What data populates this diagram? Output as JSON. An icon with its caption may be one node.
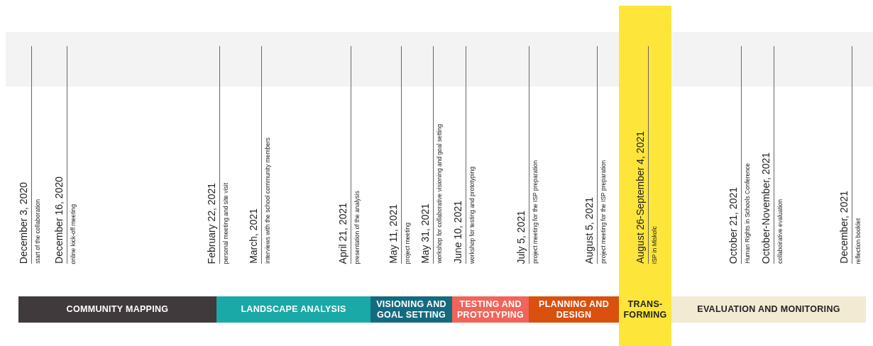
{
  "diagram": {
    "nodes": [
      {
        "text": [
          "December 3, 2020",
          "start of the collaboration"
        ]
      },
      {
        "text": [
          "December 16, 2020",
          "online kick-off meeting"
        ]
      },
      {
        "text": [
          "February 22, 2021",
          "personal meeting and site visit"
        ]
      },
      {
        "text": [
          "March, 2021",
          "interviews with the school community members"
        ]
      },
      {
        "text": [
          "April 21, 2021",
          "presentation of the analysis"
        ]
      },
      {
        "text": [
          "May 11, 2021",
          "project meeting"
        ]
      },
      {
        "text": [
          "May 31, 2021",
          "workshop for collaborative visioning and goal setting"
        ]
      },
      {
        "text": [
          "June 10, 2021",
          "workshop for testing and prototyping"
        ]
      },
      {
        "text": [
          "July 5, 2021",
          "project meeting for the ISP preparation"
        ]
      },
      {
        "text": [
          "August 5, 2021",
          "project meeting for the ISP preparation"
        ]
      },
      {
        "text": [
          "August 26-September 4, 2021",
          "ISP in Miskolc"
        ]
      },
      {
        "text": [
          "October 21, 2021",
          "Human Rights in Schools Conference"
        ]
      },
      {
        "text": [
          "October-November, 2021",
          "collaboirative evaluation"
        ]
      },
      {
        "text": [
          "December, 2021",
          "reflection booklet"
        ]
      },
      {
        "text": [
          "COMMUNITY MAPPING"
        ]
      },
      {
        "text": [
          "LANDSCAPE ANALYSIS"
        ]
      },
      {
        "text": [
          "VISIONING AND GOAL SETTING"
        ]
      },
      {
        "text": [
          "TESTING AND PROTOTYPING"
        ]
      },
      {
        "text": [
          "PLANNING AND DESIGN"
        ]
      },
      {
        "text": [
          "TRANS-FORMING"
        ]
      },
      {
        "text": [
          "EVALUATION AND MONITORING"
        ]
      }
    ]
  }
}
